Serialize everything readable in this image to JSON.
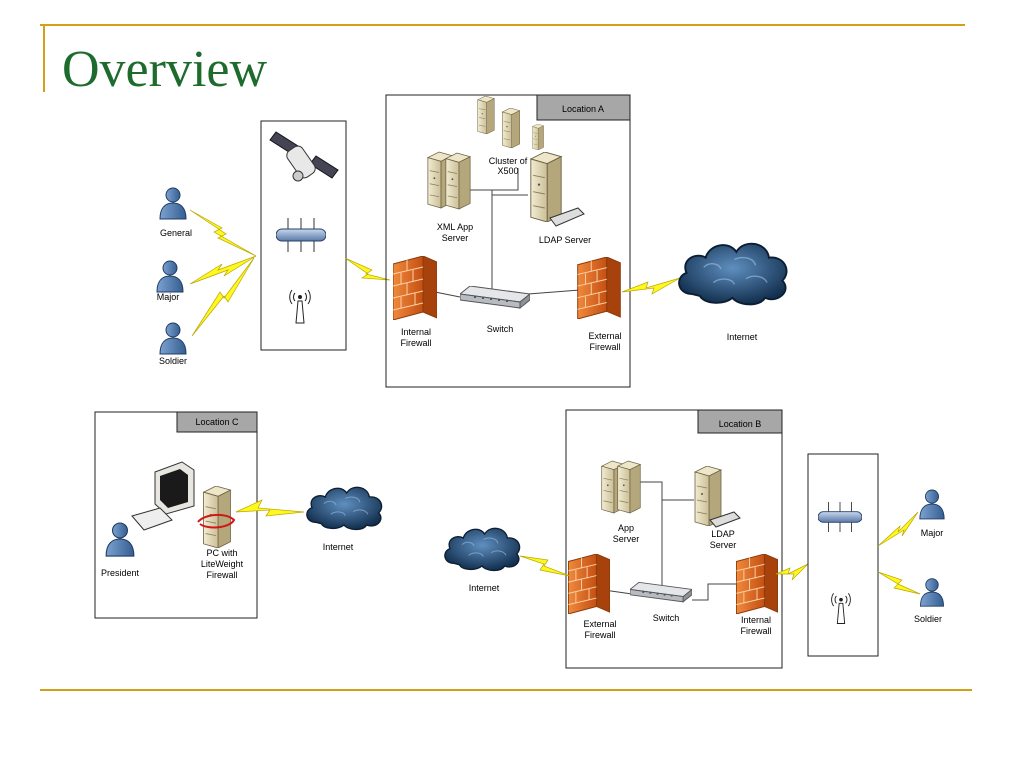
{
  "slide": {
    "title": "Overview"
  },
  "locations": {
    "a": {
      "label": "Location A",
      "cluster": "Cluster of",
      "cluster2": "X500",
      "xml1": "XML App",
      "xml2": "Server",
      "ldap": "LDAP Server",
      "int1": "Internal",
      "int2": "Firewall",
      "switch": "Switch",
      "ext1": "External",
      "ext2": "Firewall",
      "internet": "Internet"
    },
    "b": {
      "label": "Location B",
      "app1": "App",
      "app2": "Server",
      "ldap1": "LDAP",
      "ldap2": "Server",
      "ext1": "External",
      "ext2": "Firewall",
      "switch": "Switch",
      "int1": "Internal",
      "int2": "Firewall",
      "internet": "Internet"
    },
    "c": {
      "label": "Location C",
      "pc1": "PC with",
      "pc2": "LiteWeight",
      "pc3": "Firewall",
      "president": "President",
      "internet": "Internet"
    }
  },
  "users_left": [
    "General",
    "Major",
    "Soldier"
  ],
  "users_right": [
    "Major",
    "Soldier"
  ]
}
